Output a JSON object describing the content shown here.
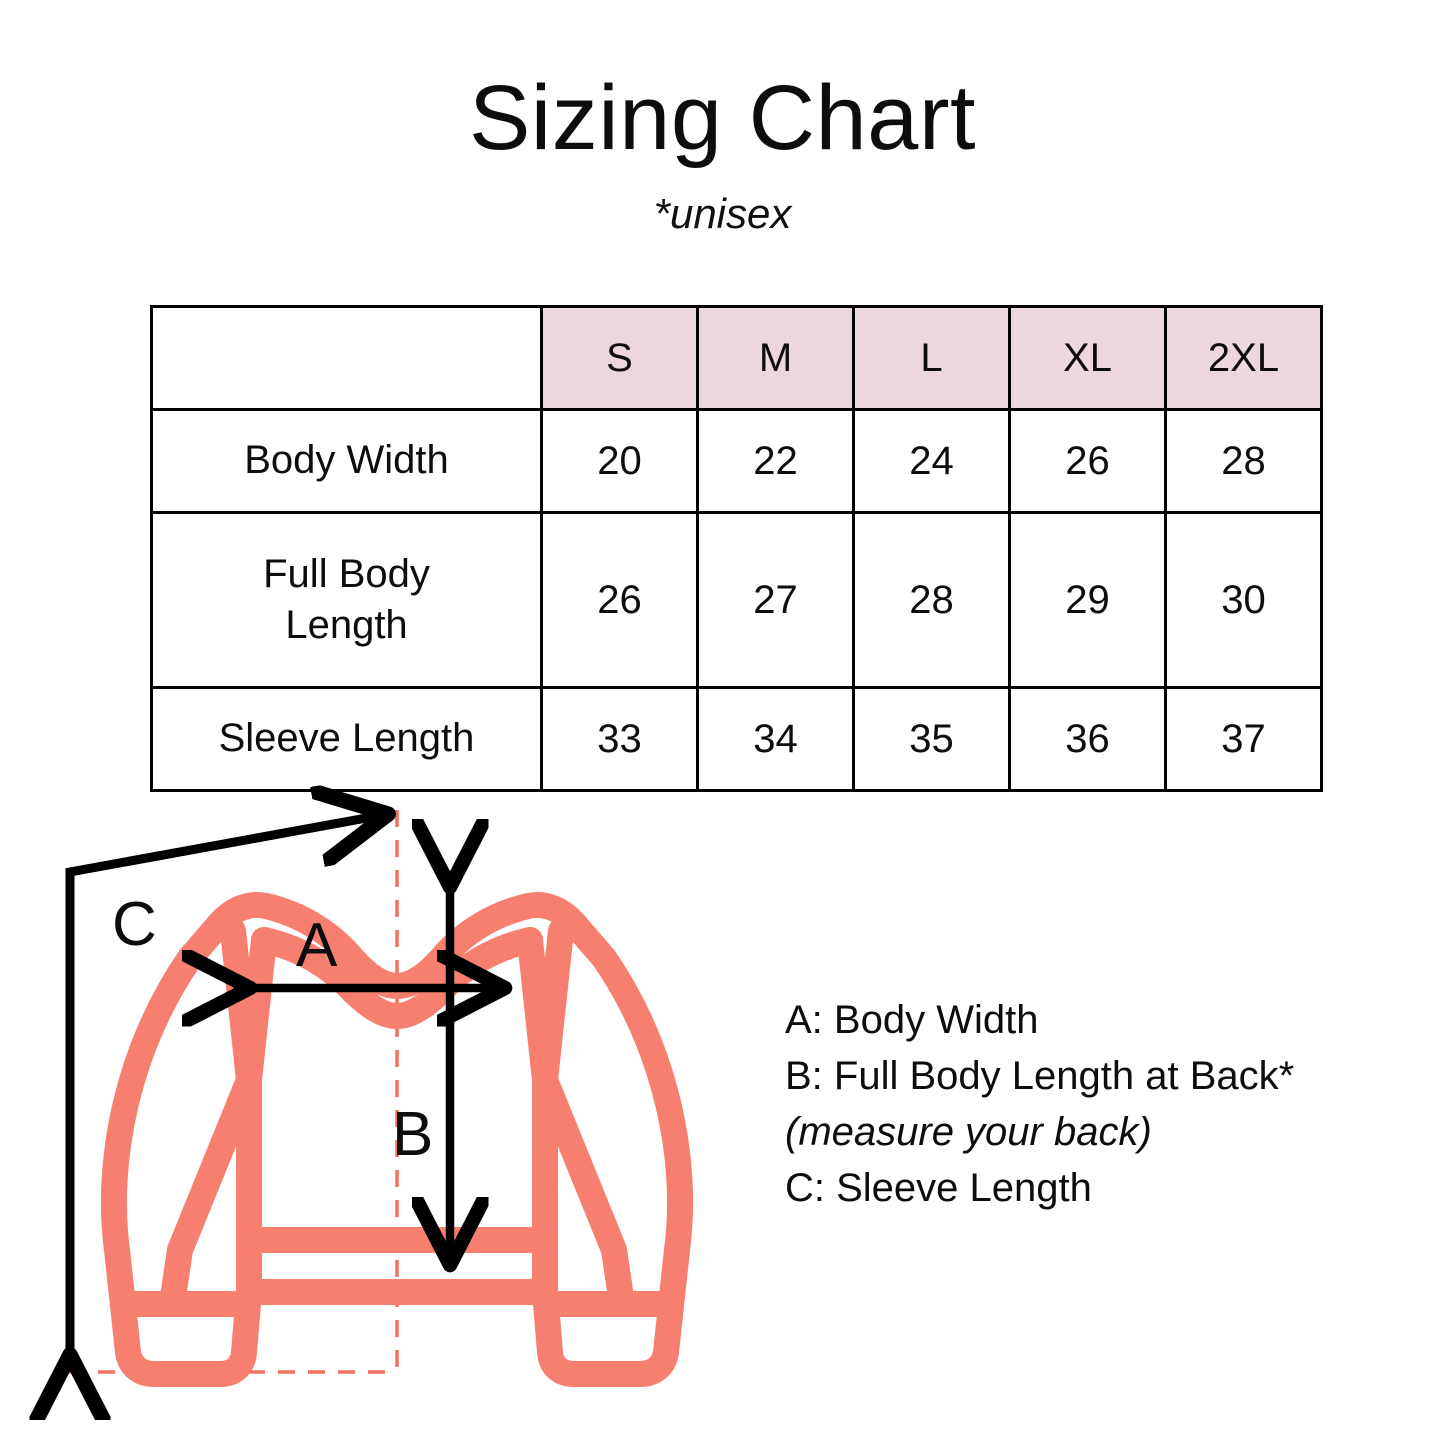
{
  "header": {
    "title": "Sizing Chart",
    "subtitle": "*unisex"
  },
  "chart_data": {
    "type": "table",
    "title": "Sizing Chart",
    "subtitle": "*unisex",
    "corner_label": "",
    "categories": [
      "S",
      "M",
      "L",
      "XL",
      "2XL"
    ],
    "row_labels": [
      "Body Width",
      "Full Body Length",
      "Sleeve Length"
    ],
    "series": [
      {
        "name": "Body Width",
        "values": [
          20,
          22,
          24,
          26,
          28
        ]
      },
      {
        "name": "Full Body Length",
        "values": [
          26,
          27,
          28,
          29,
          30
        ]
      },
      {
        "name": "Sleeve Length",
        "values": [
          33,
          34,
          35,
          36,
          37
        ]
      }
    ],
    "rows": [
      {
        "label": "Body Width",
        "label_line1": "Body Width",
        "label_line2": "",
        "cells": [
          "20",
          "22",
          "24",
          "26",
          "28"
        ]
      },
      {
        "label": "Full Body Length",
        "label_line1": "Full Body",
        "label_line2": "Length",
        "cells": [
          "26",
          "27",
          "28",
          "29",
          "30"
        ]
      },
      {
        "label": "Sleeve Length",
        "label_line1": "Sleeve Length",
        "label_line2": "",
        "cells": [
          "33",
          "34",
          "35",
          "36",
          "37"
        ]
      }
    ],
    "header_fill": "#ECD6E0",
    "border_color": "#000000",
    "grid": true
  },
  "diagram": {
    "garment": "long-sleeve-sweatshirt-back-view",
    "garment_color": "#F77F70",
    "guide_color": "#F4705E",
    "arrow_color": "#000000",
    "markers": {
      "a": "A",
      "b": "B",
      "c": "C"
    }
  },
  "legend": {
    "lines": [
      {
        "text": "A: Body Width",
        "italic": false
      },
      {
        "text": "B: Full Body Length at Back*",
        "italic": false
      },
      {
        "text": "(measure your back)",
        "italic": true
      },
      {
        "text": "C: Sleeve Length",
        "italic": false
      }
    ]
  }
}
